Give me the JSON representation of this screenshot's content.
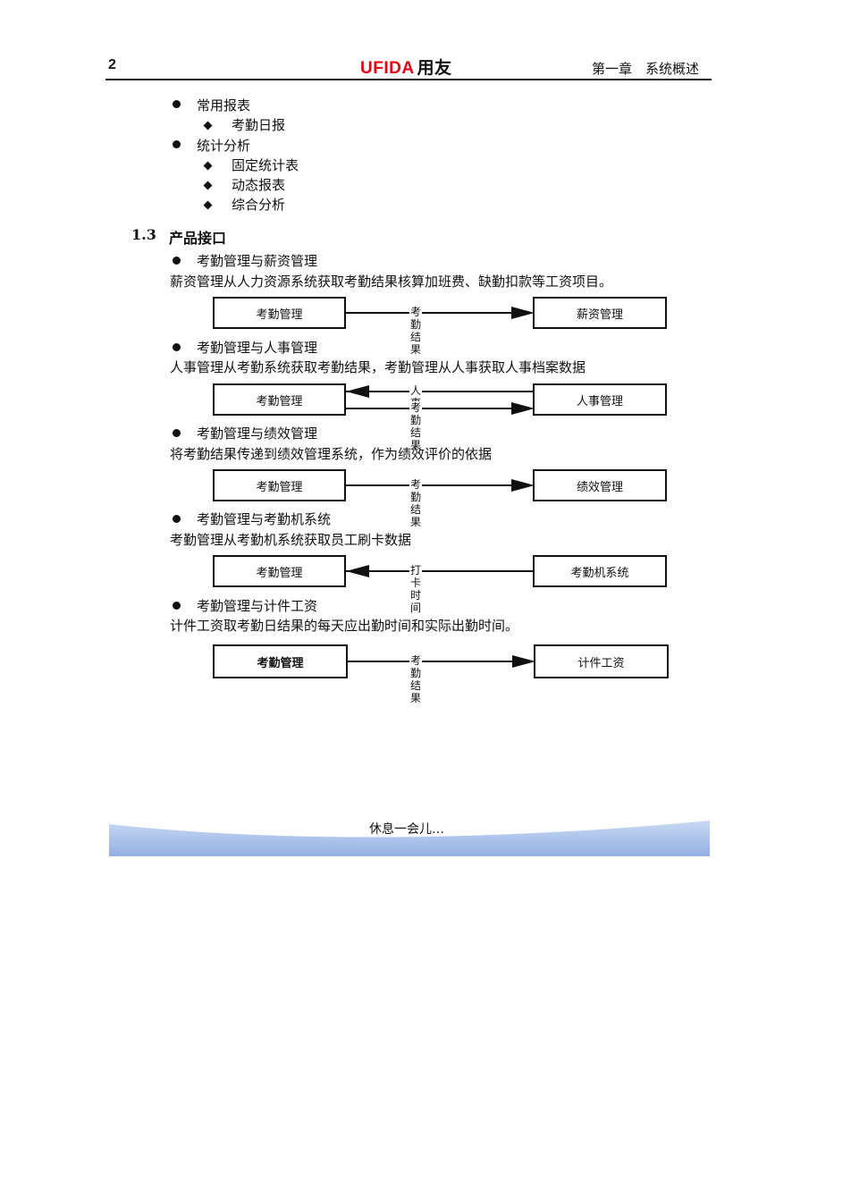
{
  "header": {
    "page_number": "2",
    "logo_latin": "UFIDA",
    "logo_cn": "用友",
    "chapter": "第一章　系统概述"
  },
  "list_top": {
    "items": [
      {
        "label": "常用报表",
        "level": 1
      },
      {
        "label": "考勤日报",
        "level": 2
      },
      {
        "label": "统计分析",
        "level": 1
      },
      {
        "label": "固定统计表",
        "level": 2
      },
      {
        "label": "动态报表",
        "level": 2
      },
      {
        "label": "综合分析",
        "level": 2
      }
    ]
  },
  "section": {
    "number": "1.3",
    "title": "产品接口"
  },
  "interfaces": [
    {
      "heading": "考勤管理与薪资管理",
      "desc": "薪资管理从人力资源系统获取考勤结果核算加班费、缺勤扣款等工资项目。",
      "left": "考勤管理",
      "right": "薪资管理",
      "arrows": [
        {
          "label": "考勤结果",
          "direction": "right"
        }
      ]
    },
    {
      "heading": "考勤管理与人事管理",
      "desc": "人事管理从考勤系统获取考勤结果，考勤管理从人事获取人事档案数据",
      "left": "考勤管理",
      "right": "人事管理",
      "arrows": [
        {
          "label": "人事档案",
          "direction": "left"
        },
        {
          "label": "考勤结果",
          "direction": "right"
        }
      ]
    },
    {
      "heading": "考勤管理与绩效管理",
      "desc": "将考勤结果传递到绩效管理系统，作为绩效评价的依据",
      "left": "考勤管理",
      "right": "绩效管理",
      "arrows": [
        {
          "label": "考勤结果",
          "direction": "right"
        }
      ]
    },
    {
      "heading": "考勤管理与考勤机系统",
      "desc": "考勤管理从考勤机系统获取员工刷卡数据",
      "left": "考勤管理",
      "right": "考勤机系统",
      "arrows": [
        {
          "label": "打卡时间",
          "direction": "left"
        }
      ]
    },
    {
      "heading": "考勤管理与计件工资",
      "desc": "计件工资取考勤日结果的每天应出勤时间和实际出勤时间。",
      "left": "考勤管理",
      "right": "计件工资",
      "arrows": [
        {
          "label": "考勤结果",
          "direction": "right"
        }
      ]
    }
  ],
  "footer": {
    "rest_text": "休息一会儿…"
  },
  "colors": {
    "logo_red": "#e60012",
    "banner_blue": "#9db8e6"
  }
}
